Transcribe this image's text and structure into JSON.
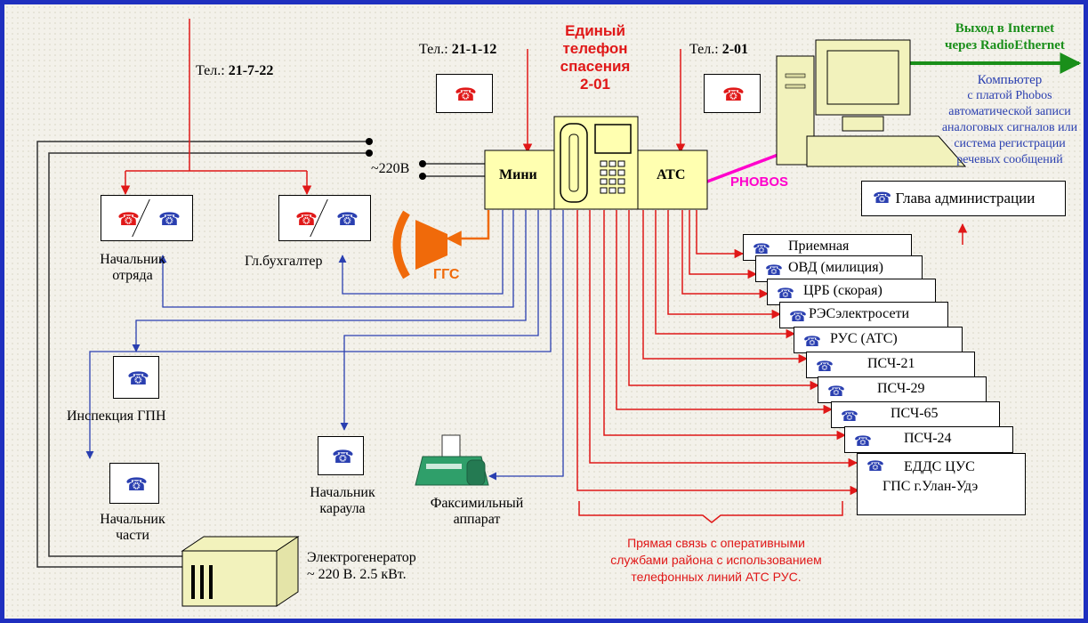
{
  "phones": {
    "left_label": "Тел.:",
    "left_number": "21-7-22",
    "mid_label": "Тел.:",
    "mid_number": "21-1-12",
    "right_label": "Тел.:",
    "right_number": "2-01"
  },
  "emergency": {
    "line1": "Единый",
    "line2": "телефон",
    "line3": "спасения",
    "line4": "2-01"
  },
  "pbx": {
    "left": "Мини",
    "right": "АТС"
  },
  "power_label": "~220В",
  "loudspeaker_label": "ГГС",
  "phobos_label": "PHOBOS",
  "internet": {
    "line1": "Выход в Internet",
    "line2": "через RadioEthernet"
  },
  "computer_caption": [
    "Компьютер",
    "с платой Phobos",
    "автоматической записи",
    "аналоговых сигналов или",
    "система регистрации",
    "речевых сообщений"
  ],
  "head_admin": "Глава администрации",
  "services": [
    "Приемная",
    "ОВД (милиция)",
    "ЦРБ (скорая)",
    "РЭСэлектросети",
    "РУС  (АТС)",
    "ПСЧ-21",
    "ПСЧ-29",
    "ПСЧ-65",
    "ПСЧ-24"
  ],
  "last_service": {
    "line1": "ЕДДС ЦУС",
    "line2": "ГПС г.Улан-Удэ"
  },
  "nodes": {
    "detachment_chief": [
      "Начальник",
      "отряда"
    ],
    "chief_accountant": "Гл.бухгалтер",
    "inspection": "Инспекция  ГПН",
    "guard_chief": [
      "Начальник",
      "караула"
    ],
    "unit_chief": [
      "Начальник",
      "части"
    ],
    "fax": [
      "Факсимильный",
      "аппарат"
    ]
  },
  "generator": {
    "line1": "Электрогенератор",
    "line2": "~ 220 В.   2.5 кВт."
  },
  "direct_link_note": [
    "Прямая связь с оперативными",
    "службами района с использованием",
    "телефонных линий АТС РУС."
  ],
  "colors": {
    "red_line": "#e01818",
    "blue_line": "#2a3fb0",
    "pbx_fill": "#ffffb0",
    "phobos_line": "#ff00cc",
    "internet_arrow": "#1a8f1a",
    "speaker": "#f06a0a",
    "computer": "#f2f2bc"
  }
}
